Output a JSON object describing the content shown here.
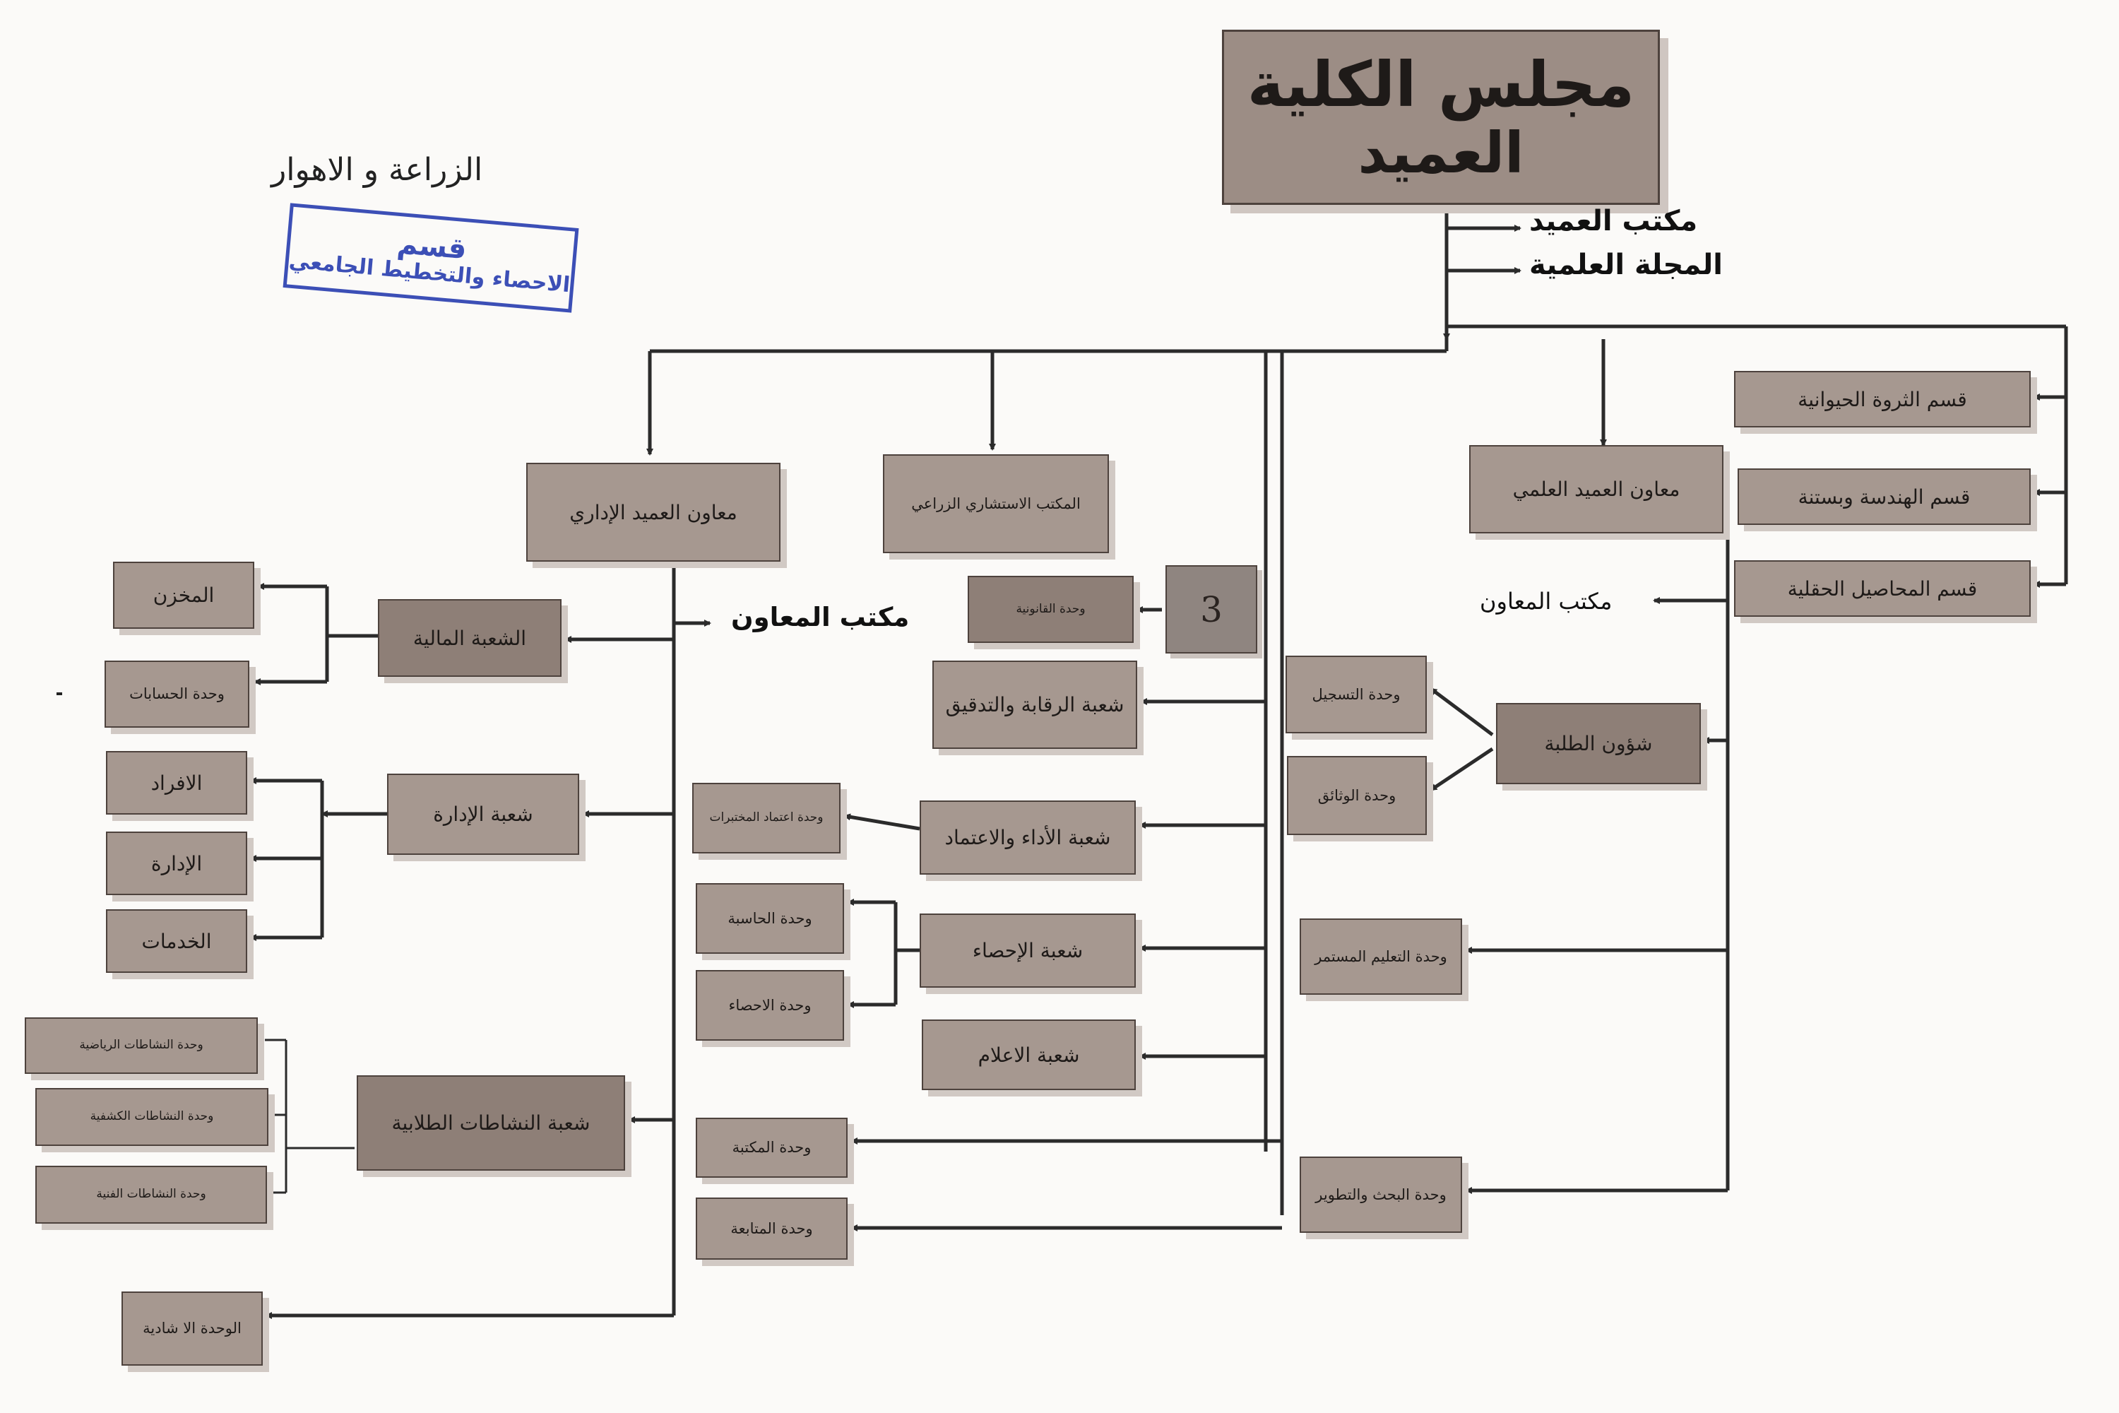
{
  "header": {
    "title_line1": "مجلس الكلية",
    "title_line2": "العميد"
  },
  "offices": {
    "dean_office": "مكتب العميد",
    "journal": "المجلة العلمية"
  },
  "stamp": {
    "caption": "الزراعة و الاهوار",
    "line1": "قسم",
    "line2": "الاحصاء والتخطيط الجامعي"
  },
  "departments": [
    "قسم الثروة الحيوانية",
    "قسم الهندسة وبستنة",
    "قسم المحاصيل الحقلية"
  ],
  "admin": {
    "head": "معاون العميد الإداري",
    "office": "مكتب المعاون",
    "finance": {
      "name": "الشعبة المالية",
      "units": [
        "المخزن",
        "وحدة الحسابات"
      ]
    },
    "management": {
      "name": "شعبة الإدارة",
      "units": [
        "الافراد",
        "الإدارة",
        "الخدمات"
      ]
    },
    "activities": {
      "name": "شعبة النشاطات الطلابية",
      "units": [
        "وحدة النشاطات الرياضية",
        "وحدة النشاطات الكشفية",
        "وحدة النشاطات الفنية"
      ]
    },
    "civil_defense": "الوحدة الا شادية"
  },
  "consult": {
    "office": "المكتب الاستشاري الزراعي"
  },
  "center": {
    "legal_unit": "وحدة القانونية",
    "tag": "3",
    "audit": "شعبة الرقابة والتدقيق",
    "quality": {
      "name": "شعبة الأداء والاعتماد",
      "unit": "وحدة اعتماد المختبرات"
    },
    "statistics": {
      "name": "شعبة الإحصاء",
      "units": [
        "وحدة الحاسبة",
        "وحدة الاحصاء"
      ]
    },
    "media": "شعبة الاعلام",
    "library": "وحدة المكتبة",
    "followup": "وحدة المتابعة"
  },
  "scientific": {
    "head": "معاون العميد العلمي",
    "office": "مكتب المعاون",
    "students": {
      "name": "شؤون الطلبة",
      "units": [
        "وحدة التسجيل",
        "وحدة الوثائق"
      ]
    },
    "continuing": "وحدة التعليم المستمر",
    "research": "وحدة البحث والتطوير"
  },
  "colors": {
    "box": "#a69890",
    "box_dark": "#8e7f77",
    "border": "#4d423d",
    "shadow": "#d1c9c4",
    "line": "#2b2b2b",
    "stamp": "#3c4fb6"
  }
}
